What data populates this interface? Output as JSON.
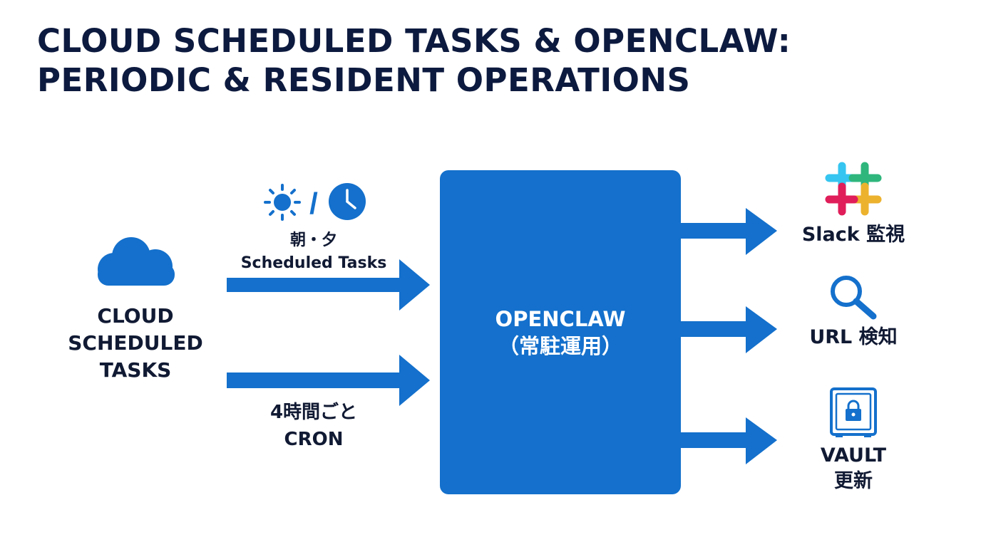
{
  "title": {
    "line1": "CLOUD SCHEDULED TASKS & OPENCLAW:",
    "line2": "PERIODIC & RESIDENT OPERATIONS"
  },
  "source": {
    "line1": "CLOUD",
    "line2": "SCHEDULED",
    "line3": "TASKS",
    "icon": "cloud-icon"
  },
  "inputs": [
    {
      "line1": "朝・夕",
      "line2": "Scheduled Tasks",
      "icons": [
        "sun-icon",
        "clock-icon"
      ],
      "separator": "/"
    },
    {
      "line1": "4時間ごと",
      "line2": "CRON"
    }
  ],
  "hub": {
    "line1": "OPENCLAW",
    "line2": "（常駐運用）"
  },
  "outputs": [
    {
      "label": "Slack 監視",
      "icon": "slack-icon"
    },
    {
      "label": "URL 検知",
      "icon": "magnifier-icon"
    },
    {
      "line1": "VAULT",
      "line2": "更新",
      "icon": "vault-icon"
    }
  ],
  "colors": {
    "accent": "#1470cc",
    "title": "#0d1a3f",
    "slack": [
      "#36c5f0",
      "#2eb67d",
      "#ecb22e",
      "#e01e5a"
    ]
  }
}
